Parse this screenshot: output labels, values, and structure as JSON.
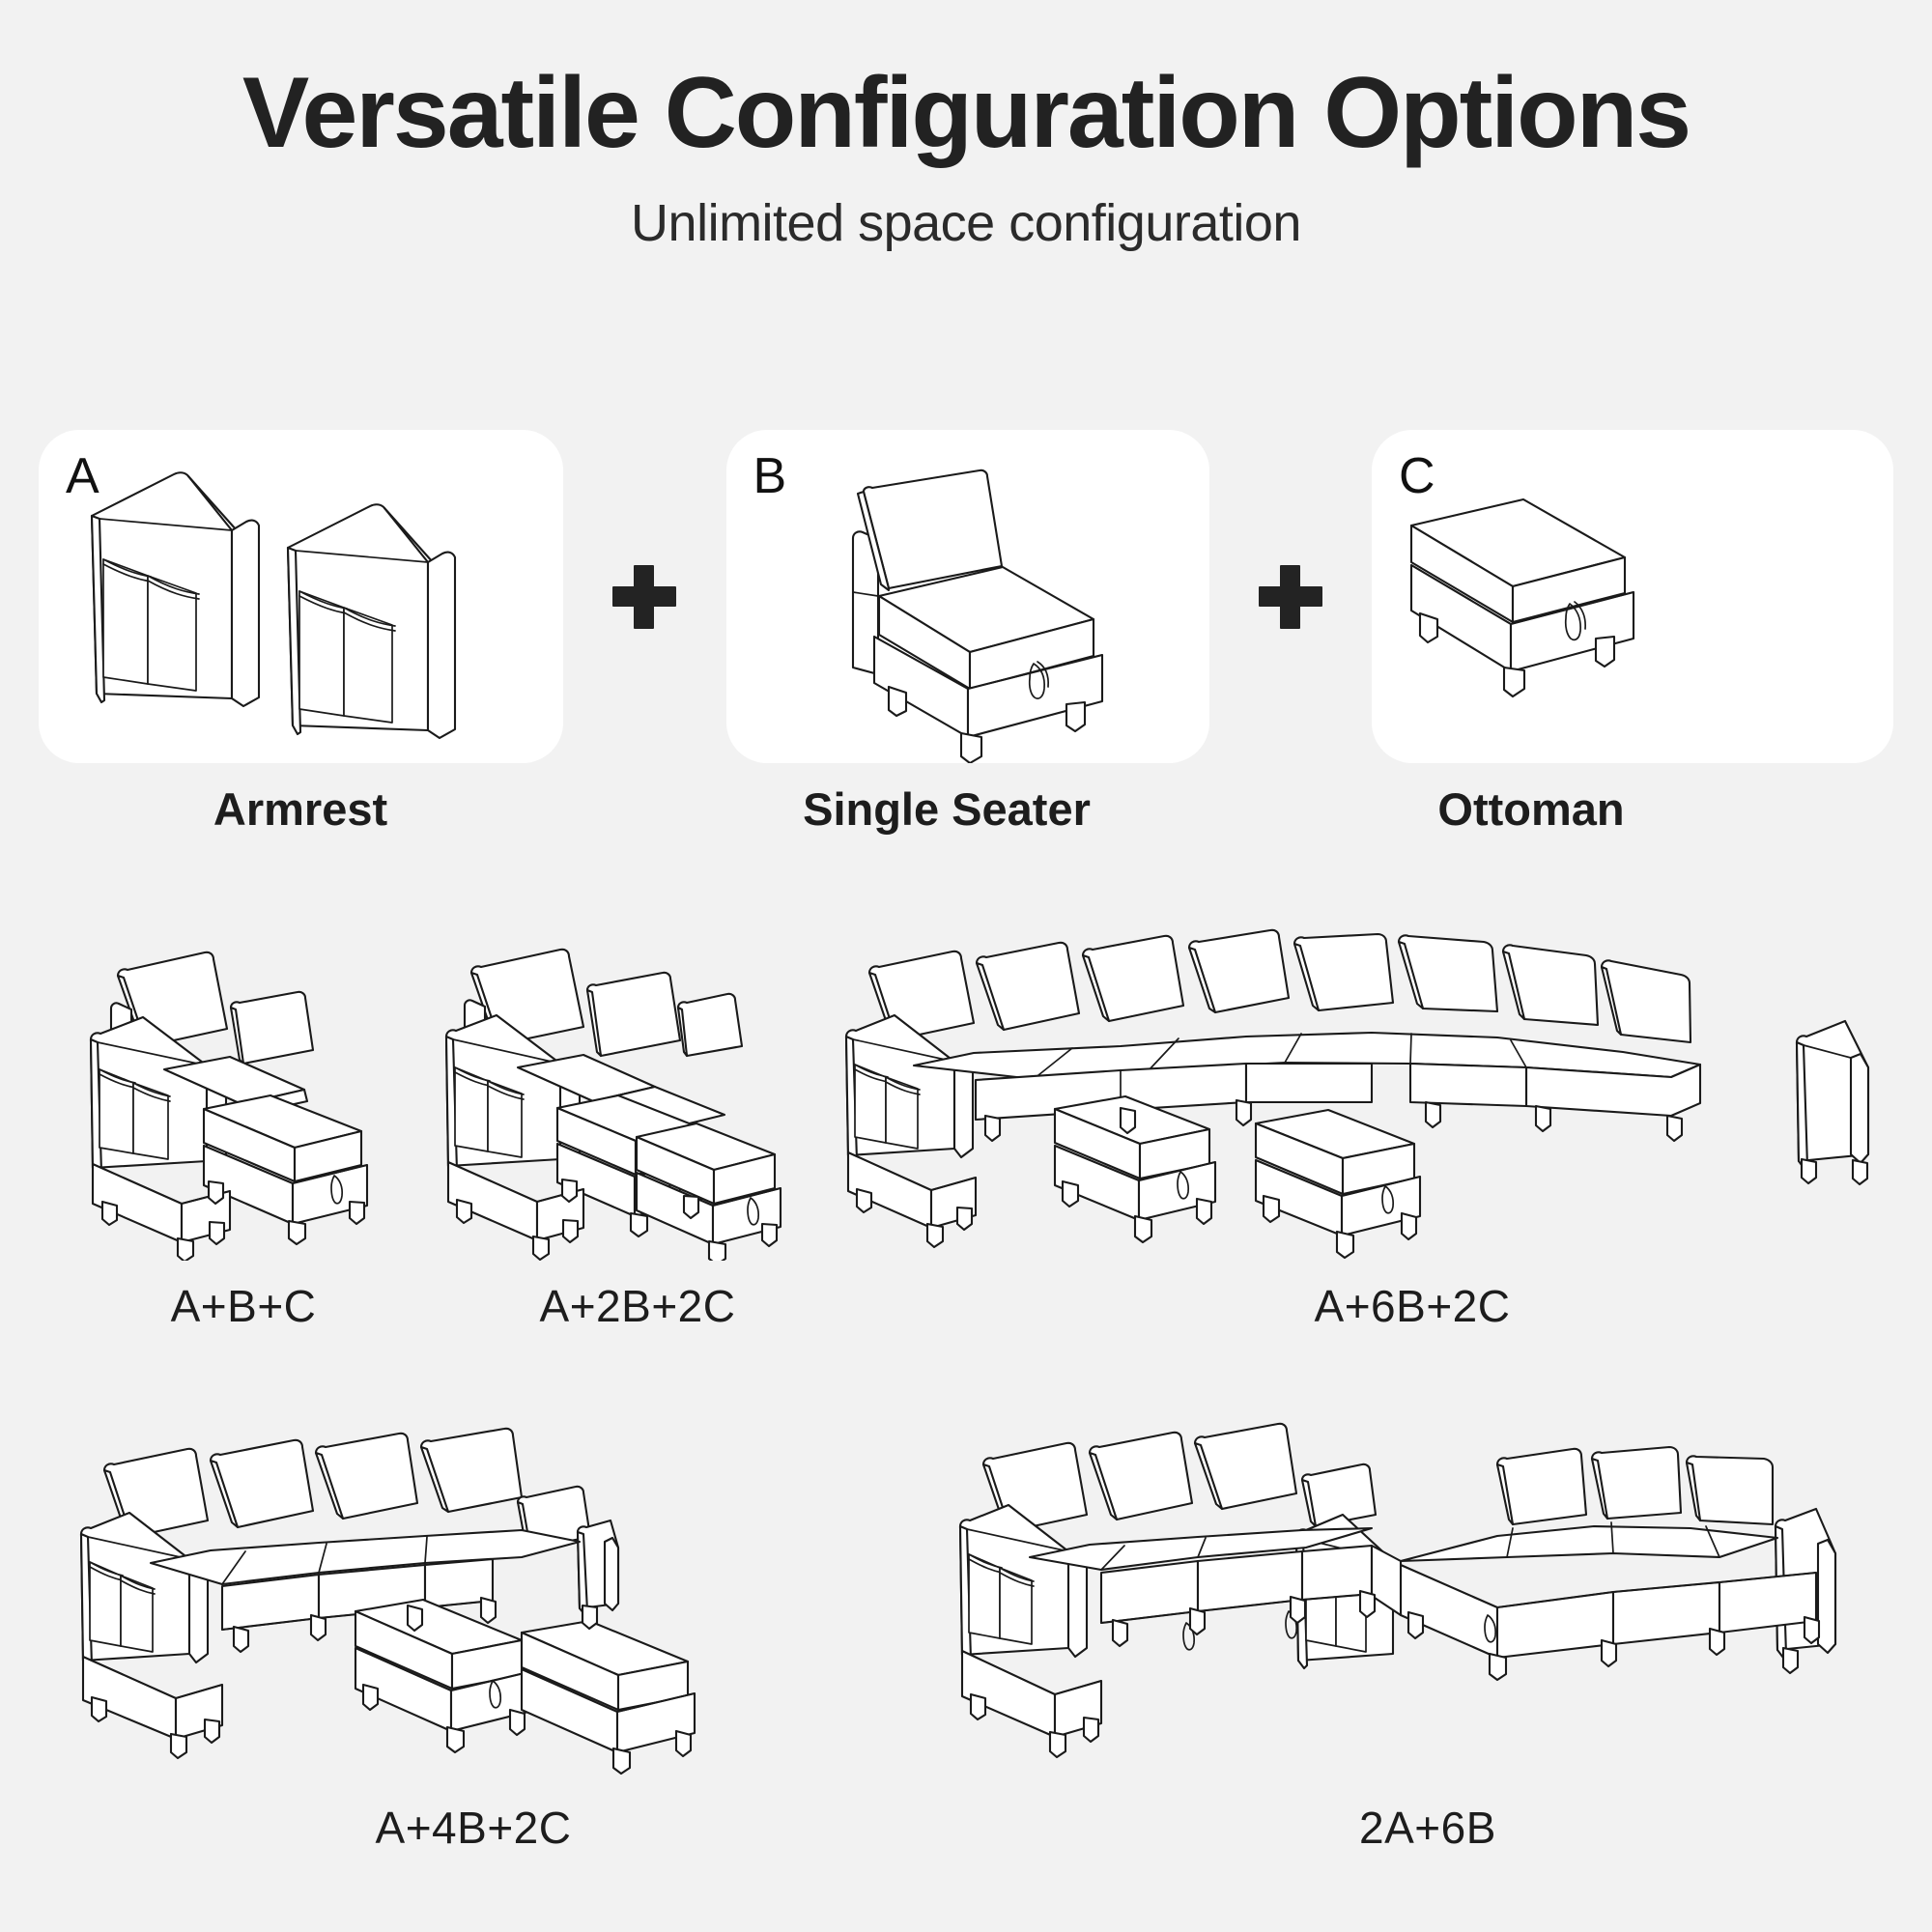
{
  "header": {
    "title": "Versatile Configuration Options",
    "subtitle": "Unlimited space configuration"
  },
  "components": {
    "operator": "+",
    "items": [
      {
        "letter": "A",
        "label": "Armrest",
        "icon": "armrest-panels-icon"
      },
      {
        "letter": "B",
        "label": "Single Seater",
        "icon": "single-seater-icon"
      },
      {
        "letter": "C",
        "label": "Ottoman",
        "icon": "ottoman-icon"
      }
    ]
  },
  "configurations": [
    {
      "id": "a-b-c",
      "label": "A+B+C",
      "icon": "sofa-config-a-b-c-icon"
    },
    {
      "id": "a-2b-2c",
      "label": "A+2B+2C",
      "icon": "sofa-config-a-2b-2c-icon"
    },
    {
      "id": "a-6b-2c",
      "label": "A+6B+2C",
      "icon": "sofa-config-a-6b-2c-icon"
    },
    {
      "id": "a-4b-2c",
      "label": "A+4B+2C",
      "icon": "sofa-config-a-4b-2c-icon"
    },
    {
      "id": "2a-6b",
      "label": "2A+6B",
      "icon": "sofa-config-2a-6b-icon"
    }
  ],
  "colors": {
    "background": "#f2f2f2",
    "card": "#ffffff",
    "ink": "#1a1a1a",
    "text": "#222222"
  }
}
